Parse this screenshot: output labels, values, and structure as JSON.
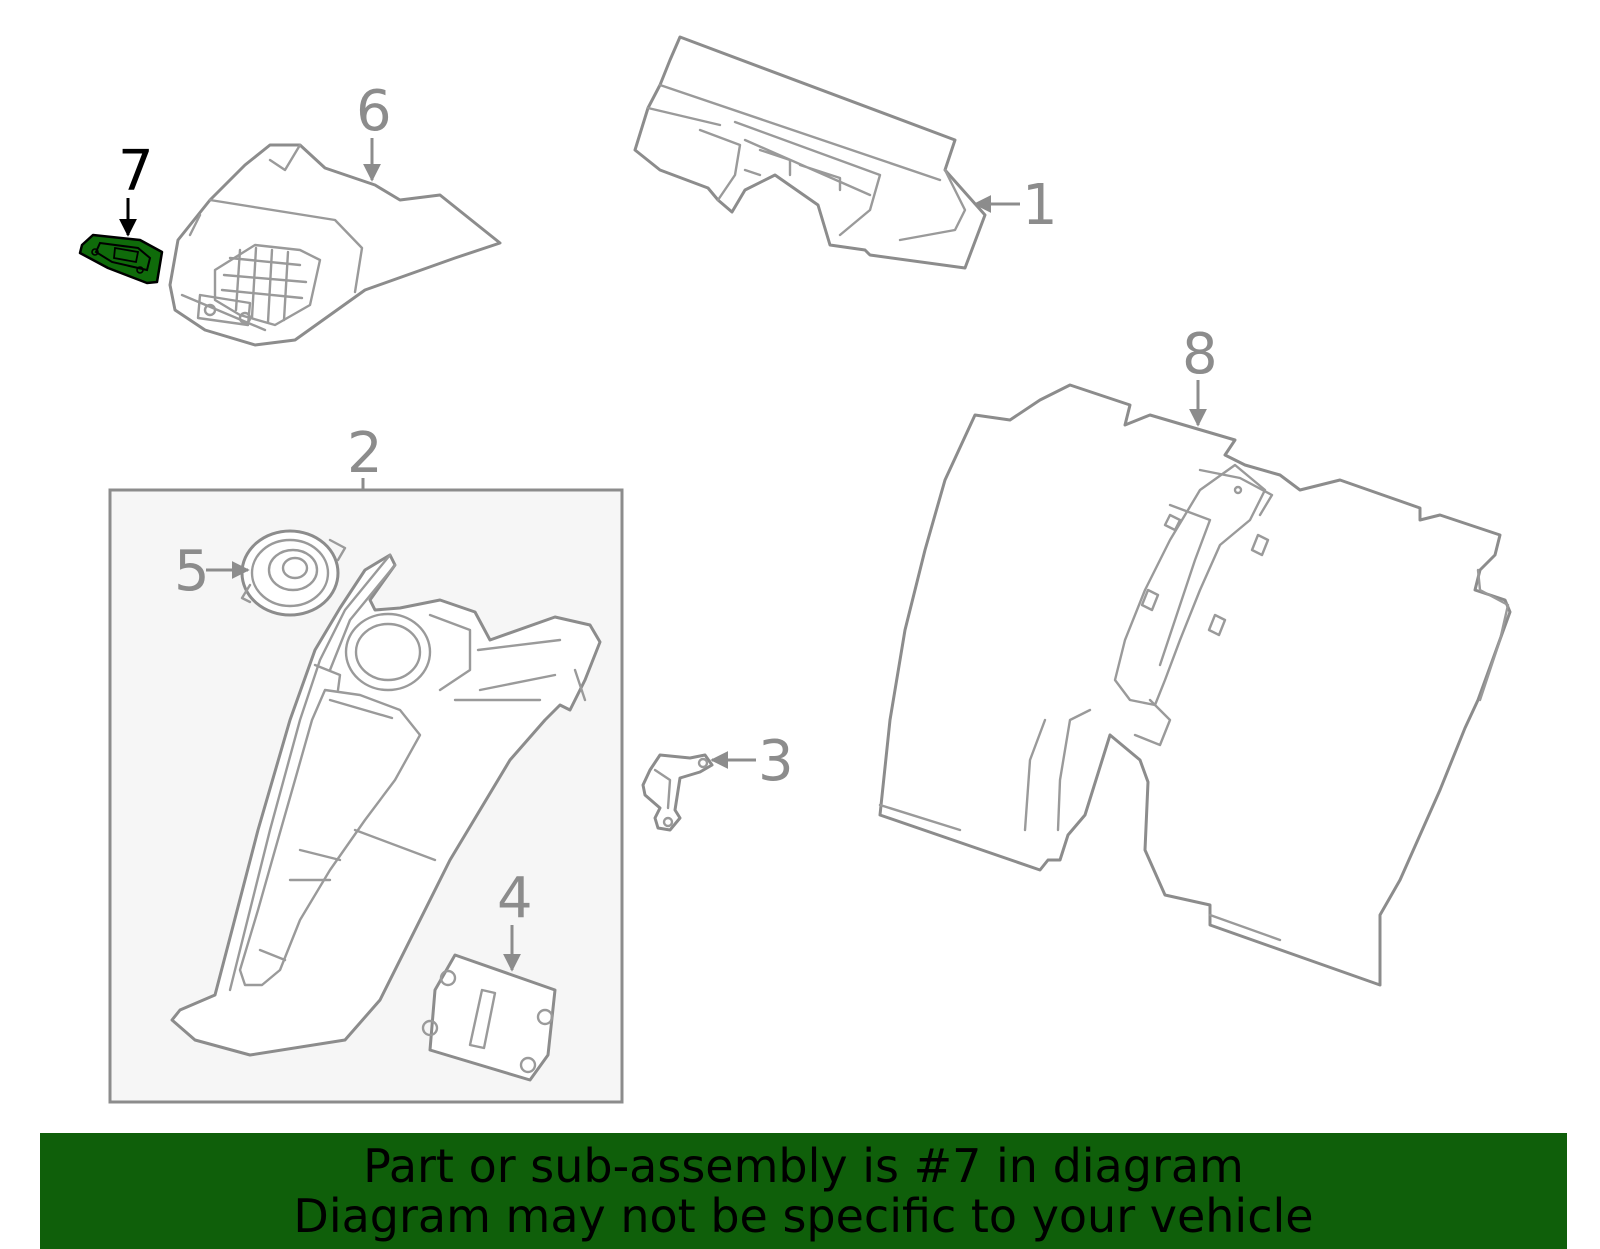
{
  "callouts": {
    "c1": "1",
    "c2": "2",
    "c3": "3",
    "c4": "4",
    "c5": "5",
    "c6": "6",
    "c7": "7",
    "c8": "8"
  },
  "highlighted_part": "7",
  "colors": {
    "highlight": "#0f6b0a",
    "banner": "#0f5f0a",
    "line": "#8c8c8c",
    "subassembly_box": "#f6f6f6"
  },
  "banner": {
    "line1": "Part or sub-assembly is #7 in diagram",
    "line2": "Diagram may not be specific to your vehicle"
  }
}
